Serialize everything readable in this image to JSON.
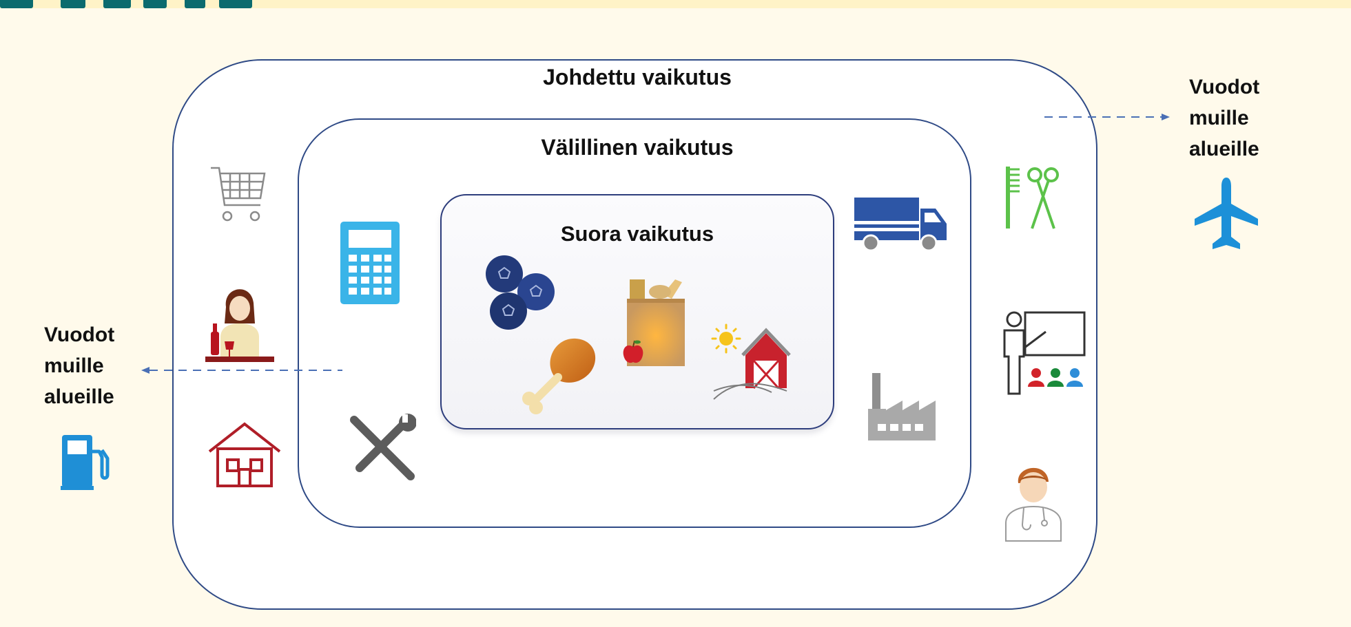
{
  "diagram": {
    "outer_label": "Johdettu vaikutus",
    "middle_label": "Välillinen vaikutus",
    "inner_label": "Suora vaikutus",
    "flow_right": [
      "Vuodot",
      "muille",
      "alueille"
    ],
    "flow_left": [
      "Vuodot",
      "muille",
      "alueille"
    ]
  },
  "icons": {
    "inner": [
      "blueberries-icon",
      "grocery-bag-icon",
      "chicken-leg-icon",
      "apple-icon",
      "farm-barn-icon"
    ],
    "middle": [
      "calculator-icon",
      "tools-icon",
      "delivery-truck-icon",
      "factory-icon"
    ],
    "outer": [
      "shopping-cart-icon",
      "waitress-wine-icon",
      "house-icon",
      "hairdresser-tools-icon",
      "teacher-classroom-icon",
      "doctor-icon"
    ],
    "flows": [
      "airplane-icon",
      "fuel-pump-icon"
    ]
  },
  "colors": {
    "box_border": "#2f4a86",
    "flow_arrow": "#4a6fb5",
    "background": "#fffaeb"
  }
}
